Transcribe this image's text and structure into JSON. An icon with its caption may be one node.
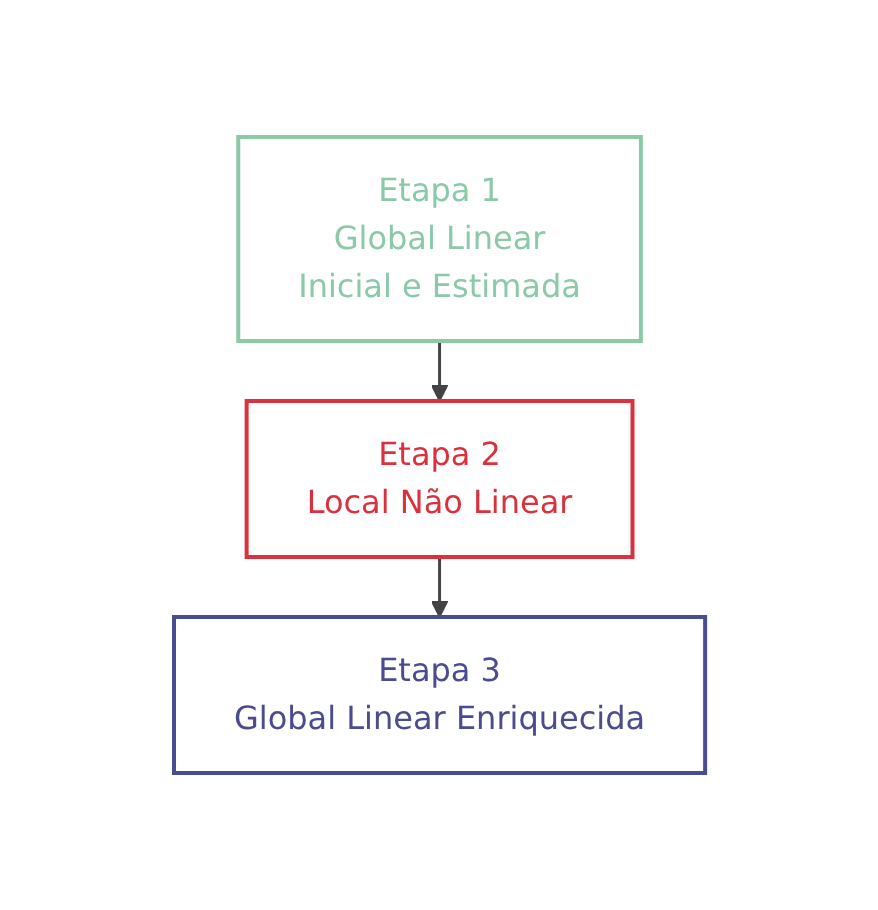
{
  "diagram": {
    "nodes": [
      {
        "text": [
          "Etapa 1",
          "Global Linear",
          "Inicial e Estimada"
        ]
      },
      {
        "text": [
          "Etapa 2",
          "Local Não Linear"
        ]
      },
      {
        "text": [
          "Etapa 3",
          "Global Linear Enriquecida"
        ]
      }
    ],
    "edges": [
      {
        "from": 0,
        "to": 1,
        "arrow": "to"
      },
      {
        "from": 1,
        "to": 2,
        "arrow": "to"
      }
    ]
  }
}
